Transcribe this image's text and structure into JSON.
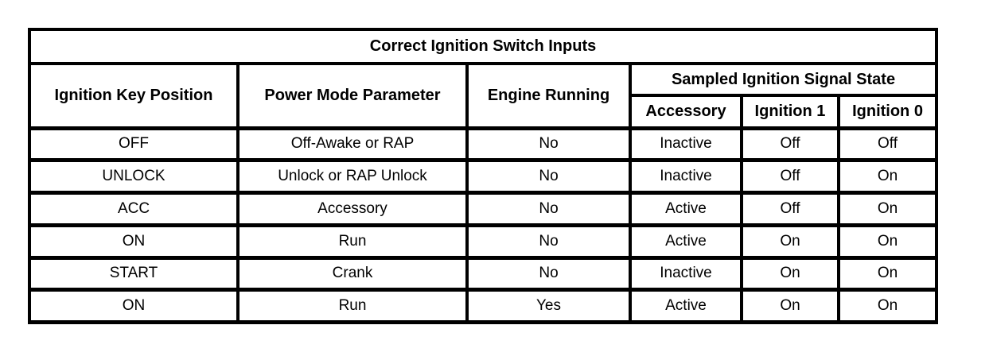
{
  "table": {
    "title": "Correct Ignition Switch Inputs",
    "columns": [
      "Ignition Key Position",
      "Power Mode Parameter",
      "Engine Running"
    ],
    "signal_group": {
      "label": "Sampled Ignition Signal State",
      "columns": [
        "Accessory",
        "Ignition 1",
        "Ignition 0"
      ]
    },
    "rows": [
      [
        "OFF",
        "Off-Awake or RAP",
        "No",
        "Inactive",
        "Off",
        "Off"
      ],
      [
        "UNLOCK",
        "Unlock or RAP Unlock",
        "No",
        "Inactive",
        "Off",
        "On"
      ],
      [
        "ACC",
        "Accessory",
        "No",
        "Active",
        "Off",
        "On"
      ],
      [
        "ON",
        "Run",
        "No",
        "Active",
        "On",
        "On"
      ],
      [
        "START",
        "Crank",
        "No",
        "Inactive",
        "On",
        "On"
      ],
      [
        "ON",
        "Run",
        "Yes",
        "Active",
        "On",
        "On"
      ]
    ],
    "colors": {
      "border": "#000000",
      "background": "#ffffff",
      "text": "#000000"
    }
  }
}
